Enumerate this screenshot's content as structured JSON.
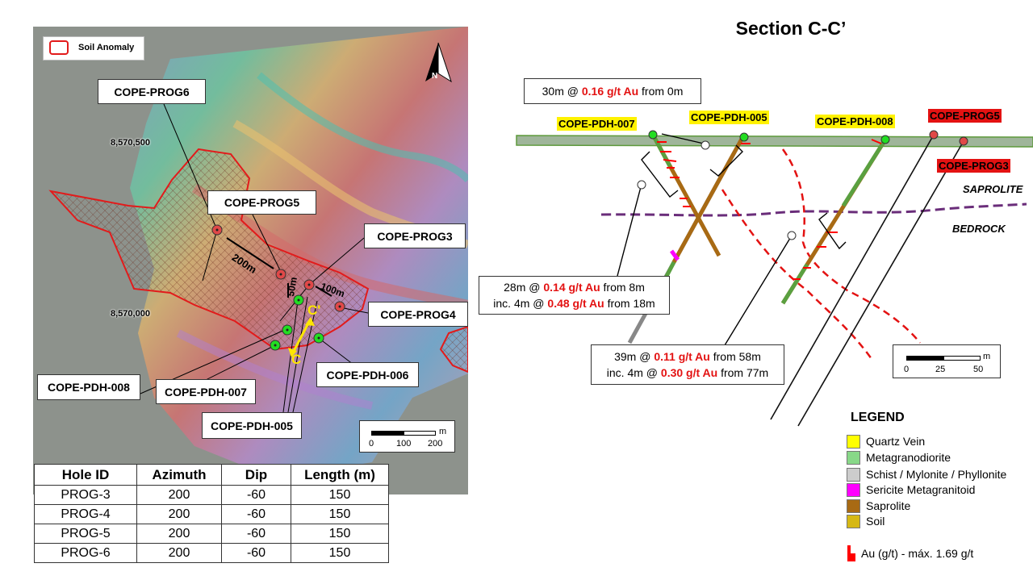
{
  "map": {
    "legend_label": "Soil Anomaly",
    "north_symbol": "N",
    "coord_labels": [
      "8,570,500",
      "8,570,000"
    ],
    "callouts": {
      "prog6": "COPE-PROG6",
      "prog5": "COPE-PROG5",
      "prog3": "COPE-PROG3",
      "prog4": "COPE-PROG4",
      "pdh008": "COPE-PDH-008",
      "pdh007": "COPE-PDH-007",
      "pdh006": "COPE-PDH-006",
      "pdh005": "COPE-PDH-005"
    },
    "distances": [
      "200m",
      "50m",
      "100m"
    ],
    "section_ends": [
      "C",
      "C'"
    ],
    "scale": {
      "unit": "m",
      "ticks": [
        "0",
        "100",
        "200"
      ]
    },
    "colors": {
      "anomaly": "#e21b1b",
      "drilled_hole": "#22dd22",
      "planned_hole": "#e04848",
      "section_line": "#ffe600"
    }
  },
  "table": {
    "headers": [
      "Hole ID",
      "Azimuth",
      "Dip",
      "Length (m)"
    ],
    "rows": [
      [
        "PROG-3",
        "200",
        "-60",
        "150"
      ],
      [
        "PROG-4",
        "200",
        "-60",
        "150"
      ],
      [
        "PROG-5",
        "200",
        "-60",
        "150"
      ],
      [
        "PROG-6",
        "200",
        "-60",
        "150"
      ]
    ]
  },
  "section": {
    "title": "Section C-C’",
    "holes": {
      "pdh007": "COPE-PDH-007",
      "pdh005": "COPE-PDH-005",
      "pdh008": "COPE-PDH-008",
      "prog5": "COPE-PROG5",
      "prog3": "COPE-PROG3"
    },
    "zones": {
      "upper": "SAPROLITE",
      "lower": "BEDROCK"
    },
    "intercepts": {
      "a": {
        "pre": "30m @ ",
        "grade": "0.16 g/t Au",
        "post": " from 0m"
      },
      "b1": {
        "pre": "28m @ ",
        "grade": "0.14 g/t Au",
        "post": " from 8m"
      },
      "b2": {
        "pre": "inc. 4m @ ",
        "grade": "0.48 g/t Au",
        "post": " from 18m"
      },
      "c1": {
        "pre": "39m @ ",
        "grade": "0.11 g/t Au",
        "post": " from 58m"
      },
      "c2": {
        "pre": "inc. 4m @ ",
        "grade": "0.30 g/t Au",
        "post": " from 77m"
      }
    },
    "scale": {
      "unit": "m",
      "ticks": [
        "0",
        "25",
        "50"
      ]
    }
  },
  "legend": {
    "title": "LEGEND",
    "items": [
      {
        "label": "Quartz Vein",
        "color": "#ffff00"
      },
      {
        "label": "Metagranodiorite",
        "color": "#88d888"
      },
      {
        "label": "Schist / Mylonite / Phyllonite",
        "color": "#cccccc"
      },
      {
        "label": "Sericite Metagranitoid",
        "color": "#ff00ff"
      },
      {
        "label": "Saprolite",
        "color": "#a86a14"
      },
      {
        "label": "Soil",
        "color": "#d6b814"
      }
    ],
    "au_label": "Au (g/t) - máx. 1.69 g/t",
    "au_color": "#ff0000"
  }
}
